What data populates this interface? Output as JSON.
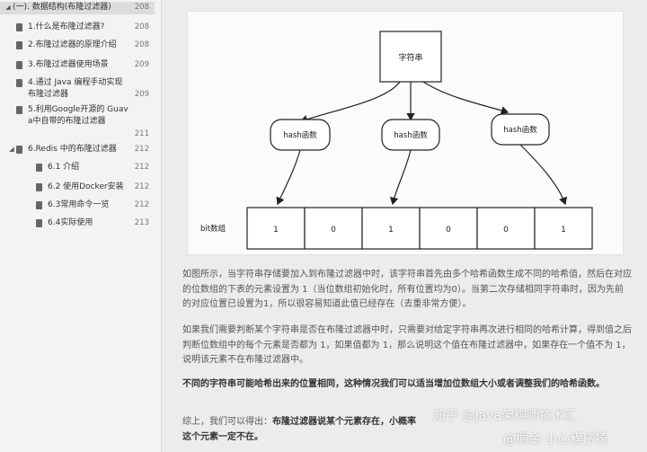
{
  "toc": [
    {
      "label": "(一). 数据结构(布隆过滤器)",
      "page": "208",
      "level": 0,
      "expanded": true
    },
    {
      "label": "1.什么是布隆过滤器?",
      "page": "208",
      "level": 1
    },
    {
      "label": "2.布隆过滤器的原理介绍",
      "page": "208",
      "level": 1
    },
    {
      "label": "3.布隆过滤器使用场景",
      "page": "209",
      "level": 1
    },
    {
      "label": "4.通过 Java 编程手动实现布隆过滤器",
      "page": "209",
      "level": 1
    },
    {
      "label": "5.利用Google开源的 Guava中自带的布隆过滤器",
      "page": "211",
      "level": 1
    },
    {
      "label": "6.Redis 中的布隆过滤器",
      "page": "212",
      "level": 1,
      "expanded": true
    },
    {
      "label": "6.1 介绍",
      "page": "212",
      "level": 2
    },
    {
      "label": "6.2 使用Docker安装",
      "page": "212",
      "level": 2
    },
    {
      "label": "6.3常用命令一览",
      "page": "212",
      "level": 2
    },
    {
      "label": "6.4实际使用",
      "page": "213",
      "level": 2
    }
  ],
  "diagram": {
    "source_label": "字符串",
    "hash_label": "hash函数",
    "array_label": "bit数组",
    "bits": [
      "1",
      "0",
      "1",
      "0",
      "0",
      "1"
    ]
  },
  "paragraphs": {
    "p1": "如图所示，当字符串存储要加入到布隆过滤器中时，该字符串首先由多个哈希函数生成不同的哈希值，然后在对应的位数组的下表的元素设置为 1（当位数组初始化时，所有位置均为0）。当第二次存储相同字符串时，因为先前的对应位置已设置为1，所以很容易知道此值已经存在（去重非常方便）。",
    "p2": "如果我们需要判断某个字符串是否在布隆过滤器中时，只需要对给定字符串再次进行相同的哈希计算，得到值之后判断位数组中的每个元素是否都为 1，如果值都为 1，那么说明这个值在布隆过滤器中，如果存在一个值不为 1，说明该元素不在布隆过滤器中。",
    "p3": "不同的字符串可能哈希出来的位置相同，这种情况我们可以适当增加位数组大小或者调整我们的哈希函数。",
    "p4_prefix": "综上，我们可以得出：",
    "p4_bold": "布隆过滤器说某个元素存在，小概率",
    "p4_line2": "这个元素一定不在。"
  },
  "watermarks": {
    "w1": "知乎 @Java架构师技术汇",
    "w2": "@掘金 小心程序猿"
  },
  "colors": {
    "sidebar_bg": "#f3f3f3",
    "diagram_bg": "#fbfbfb",
    "stroke": "#222222"
  }
}
